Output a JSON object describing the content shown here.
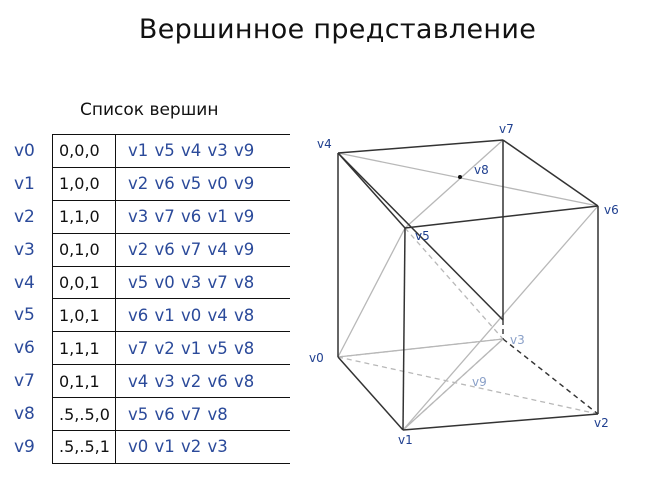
{
  "title": "Вершинное представление",
  "subtitle": "Список вершин",
  "rows": [
    {
      "name": "v0",
      "coords": "0,0,0",
      "neighbors": "v1 v5  v4  v3  v9"
    },
    {
      "name": "v1",
      "coords": "1,0,0",
      "neighbors": "v2  v6 v5  v0  v9"
    },
    {
      "name": "v2",
      "coords": "1,1,0",
      "neighbors": "v3 v7 v6  v1  v9"
    },
    {
      "name": "v3",
      "coords": "0,1,0",
      "neighbors": "v2 v6 v7  v4  v9"
    },
    {
      "name": "v4",
      "coords": "0,0,1",
      "neighbors": "v5 v0 v3  v7  v8"
    },
    {
      "name": "v5",
      "coords": "1,0,1",
      "neighbors": "v6 v1 v0  v4  v8"
    },
    {
      "name": "v6",
      "coords": "1,1,1",
      "neighbors": "v7 v2 v1  v5  v8"
    },
    {
      "name": "v7",
      "coords": "0,1,1",
      "neighbors": "v4 v3 v2  v6  v8"
    },
    {
      "name": "v8",
      "coords": ".5,.5,0",
      "neighbors": "v5 v6  v7 v8"
    },
    {
      "name": "v9",
      "coords": ".5,.5,1",
      "neighbors": "v0 v1 v2  v3"
    }
  ],
  "cube_labels": {
    "v0": "v0",
    "v1": "v1",
    "v2": "v2",
    "v3": "v3",
    "v4": "v4",
    "v5": "v5",
    "v6": "v6",
    "v7": "v7",
    "v8": "v8",
    "v9": "v9"
  },
  "colors": {
    "label_blue": "#2b4a9a",
    "edge_dark": "#333333",
    "edge_light": "#b0b0b0"
  }
}
